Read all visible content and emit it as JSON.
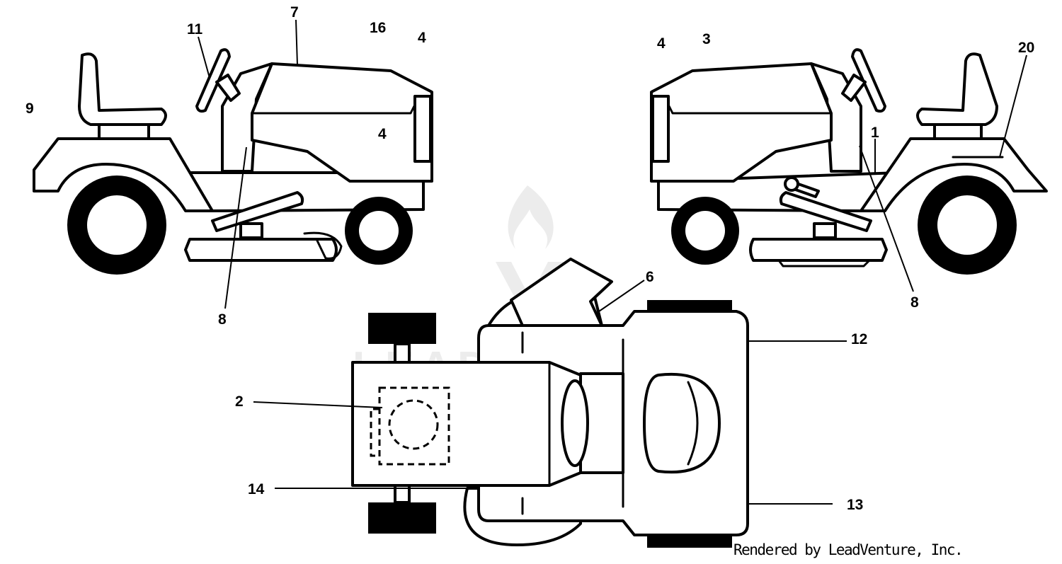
{
  "watermark": {
    "text": "LEADVENTURE"
  },
  "footer": {
    "credit": "Rendered by LeadVenture, Inc."
  },
  "callouts": {
    "c1": "1",
    "c2": "2",
    "c3": "3",
    "c4a": "4",
    "c4b": "4",
    "c4c": "4",
    "c6": "6",
    "c7": "7",
    "c8a": "8",
    "c8b": "8",
    "c9": "9",
    "c11": "11",
    "c12": "12",
    "c13": "13",
    "c14": "14",
    "c16": "16",
    "c20": "20"
  }
}
